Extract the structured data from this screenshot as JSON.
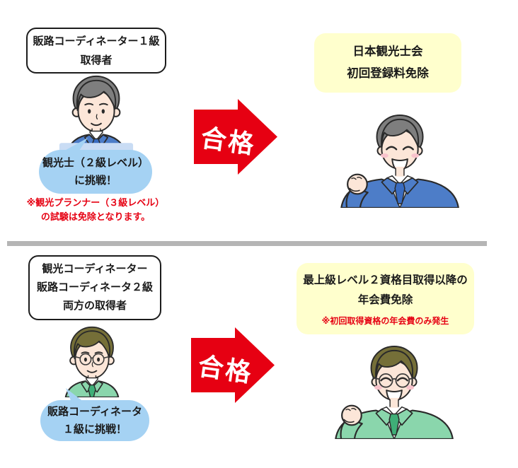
{
  "colors": {
    "accent_red": "#e60012",
    "bubble_blue": "#a5d2f3",
    "highlight_yellow": "#ffffcd",
    "divider_gray": "#b5b5b5",
    "suit_blue": "#4d7dc8",
    "suit_green": "#8ad6ac",
    "tie_blue": "#3a6cc0",
    "tie_green": "#3fae77",
    "hair_gray": "#7e7e7e",
    "hair_olive": "#756f38",
    "skin": "#fce6d8"
  },
  "upper": {
    "holder_box": {
      "line1": "販路コーディネーター１級",
      "line2": "取得者"
    },
    "bubble": {
      "line1": "観光士（２級レベル）",
      "line2": "に挑戦！"
    },
    "note": {
      "line1": "※観光プランナー（３級レベル）",
      "line2": "の試験は免除となります。"
    },
    "arrow_label": "合格",
    "benefit_box": {
      "line1": "日本観光士会",
      "line2": "初回登録料免除"
    },
    "illustration_left": "businessman-blue-suit",
    "illustration_right": "businessman-blue-suit-cheering-fist"
  },
  "lower": {
    "holder_box": {
      "line1": "観光コーディネーター",
      "line2": "販路コーディネータ２級",
      "line3": "両方の取得者"
    },
    "bubble": {
      "line1": "販路コーディネータ",
      "line2": "１級に挑戦！"
    },
    "arrow_label": "合格",
    "benefit_box": {
      "line1": "最上級レベル２資格目取得以降の",
      "line2": "年会費免除",
      "note": "※初回取得資格の年会費のみ発生"
    },
    "illustration_left": "businessman-green-suit-glasses",
    "illustration_right": "businessman-green-suit-glasses-cheering-fist"
  }
}
